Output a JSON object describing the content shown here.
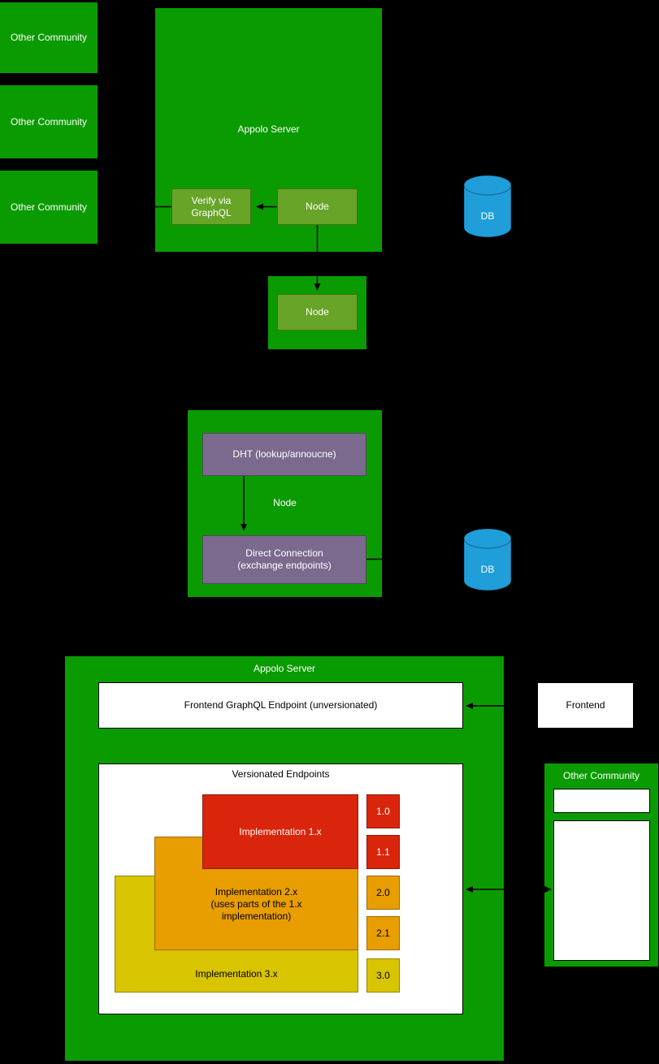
{
  "colors": {
    "bg": "#000000",
    "green": "#0a9b00",
    "node-green": "#68a427",
    "purple": "#7b6a8d",
    "blue": "#1f9ed9",
    "red": "#d9250b",
    "orange": "#e89d00",
    "yellow": "#d8c400",
    "arrow": "#000000"
  },
  "top_section": {
    "other_communities": [
      {
        "label": "Other Community"
      },
      {
        "label": "Other Community"
      },
      {
        "label": "Other Community"
      }
    ],
    "appolo_server": {
      "title": "Appolo Server",
      "verify_node": "Verify via\nGraphQL",
      "node": "Node"
    },
    "standalone_node": "Node",
    "db": "DB"
  },
  "middle_section": {
    "node_title": "Node",
    "dht": "DHT (lookup/annoucne)",
    "direct_connection": "Direct Connection\n(exchange endpoints)",
    "db": "DB"
  },
  "bottom_section": {
    "appolo_server_title": "Appolo Server",
    "frontend_endpoint": "Frontend GraphQL Endpoint (unversionated)",
    "versionated_endpoints_title": "Versionated Endpoints",
    "implementation_1": "Implementation 1.x",
    "implementation_2": "Implementation 2.x\n(uses parts of the 1.x\nimplementation)",
    "implementation_3": "Implementation 3.x",
    "versions": [
      {
        "label": "1.0",
        "color": "red"
      },
      {
        "label": "1.1",
        "color": "red"
      },
      {
        "label": "2.0",
        "color": "orange"
      },
      {
        "label": "2.1",
        "color": "orange"
      },
      {
        "label": "3.0",
        "color": "yellow"
      }
    ],
    "frontend": "Frontend",
    "other_community_title": "Other Community"
  }
}
